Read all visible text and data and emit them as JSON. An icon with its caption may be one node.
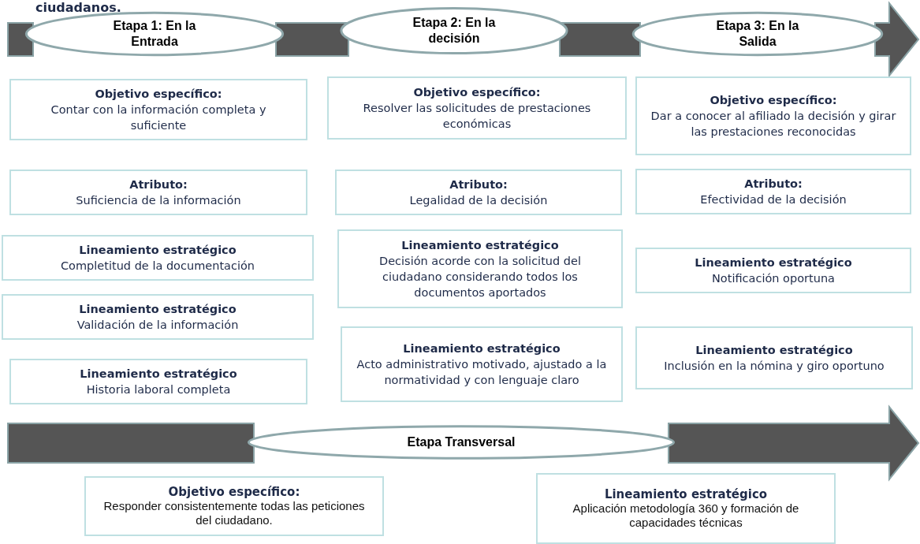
{
  "diagram": {
    "title": "ciudadanos.",
    "nodes": [
      {
        "text": [
          "Etapa 1: En la Entrada"
        ]
      },
      {
        "text": [
          "Etapa 2: En la decisión"
        ]
      },
      {
        "text": [
          "Etapa 3: En la Salida"
        ]
      },
      {
        "text": [
          "Objetivo específico:",
          "Contar con la información completa y suficiente"
        ]
      },
      {
        "text": [
          "Atributo:",
          "Suficiencia de la información"
        ]
      },
      {
        "text": [
          "Lineamiento estratégico",
          "Completitud de la documentación"
        ]
      },
      {
        "text": [
          "Lineamiento estratégico",
          "Validación de la información"
        ]
      },
      {
        "text": [
          "Lineamiento estratégico",
          "Historia laboral completa"
        ]
      },
      {
        "text": [
          "Objetivo específico:",
          "Resolver las solicitudes de prestaciones económicas"
        ]
      },
      {
        "text": [
          "Atributo:",
          "Legalidad de la decisión"
        ]
      },
      {
        "text": [
          "Lineamiento estratégico",
          "Decisión acorde con la solicitud del ciudadano considerando todos los documentos aportados"
        ]
      },
      {
        "text": [
          "Lineamiento estratégico",
          "Acto administrativo motivado, ajustado a la normatividad y con lenguaje claro"
        ]
      },
      {
        "text": [
          "Objetivo específico:",
          "Dar  a conocer al afiliado la decisión y girar las prestaciones reconocidas"
        ]
      },
      {
        "text": [
          "Atributo:",
          "Efectividad de la decisión"
        ]
      },
      {
        "text": [
          "Lineamiento estratégico",
          "Notificación oportuna"
        ]
      },
      {
        "text": [
          "Lineamiento estratégico",
          "Inclusión en la nómina y giro oportuno"
        ]
      },
      {
        "text": [
          "Etapa Transversal"
        ]
      },
      {
        "text": [
          "Objetivo específico:",
          "Responder consistentemente todas las peticiones del ciudadano."
        ]
      },
      {
        "text": [
          "Lineamiento estratégico",
          "Aplicación metodología 360 y formación de capacidades técnicas"
        ]
      }
    ],
    "edges": [
      {
        "from": null,
        "to": 0,
        "arrow": "none",
        "style": "thick"
      },
      {
        "from": 0,
        "to": 1,
        "arrow": "none",
        "style": "thick"
      },
      {
        "from": 1,
        "to": 2,
        "arrow": "none",
        "style": "thick"
      },
      {
        "from": 2,
        "to": null,
        "arrow": "to",
        "style": "thick"
      },
      {
        "from": null,
        "to": 16,
        "arrow": "none",
        "style": "thick"
      },
      {
        "from": 16,
        "to": null,
        "arrow": "to",
        "style": "thick"
      }
    ]
  }
}
